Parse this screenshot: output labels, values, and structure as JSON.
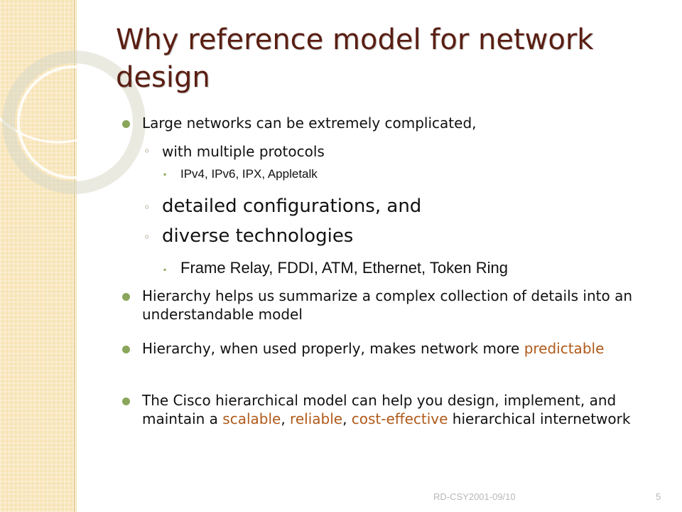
{
  "slide": {
    "title": "Why reference model for network design",
    "bullets": {
      "b1": "Large networks can be extremely complicated,",
      "b1_1": "with multiple protocols",
      "b1_1_1": "IPv4, IPv6, IPX, Appletalk",
      "b1_2": "detailed configurations, and",
      "b1_3": "diverse technologies",
      "b1_3_1": "Frame Relay, FDDI, ATM, Ethernet, Token Ring",
      "b2": "Hierarchy helps us summarize a complex collection of details into an understandable model",
      "b3_part1": "Hierarchy, when used properly, makes network more",
      "b3_highlight": "predictable",
      "b4_part1": "The Cisco hierarchical model can help you design, implement, and maintain a",
      "b4_hl1": "scalable",
      "b4_sep1": ",",
      "b4_hl2": "reliable",
      "b4_sep2": ",",
      "b4_hl3": "cost-effective",
      "b4_part2": "hierarchical internetwork"
    },
    "footer": "RD-CSY2001-09/10",
    "page_number": "5"
  },
  "colors": {
    "title": "#5a1e12",
    "highlight": "#b05a1a",
    "bullet": "#8aa65a",
    "sidebar": "#f7e3b5"
  }
}
